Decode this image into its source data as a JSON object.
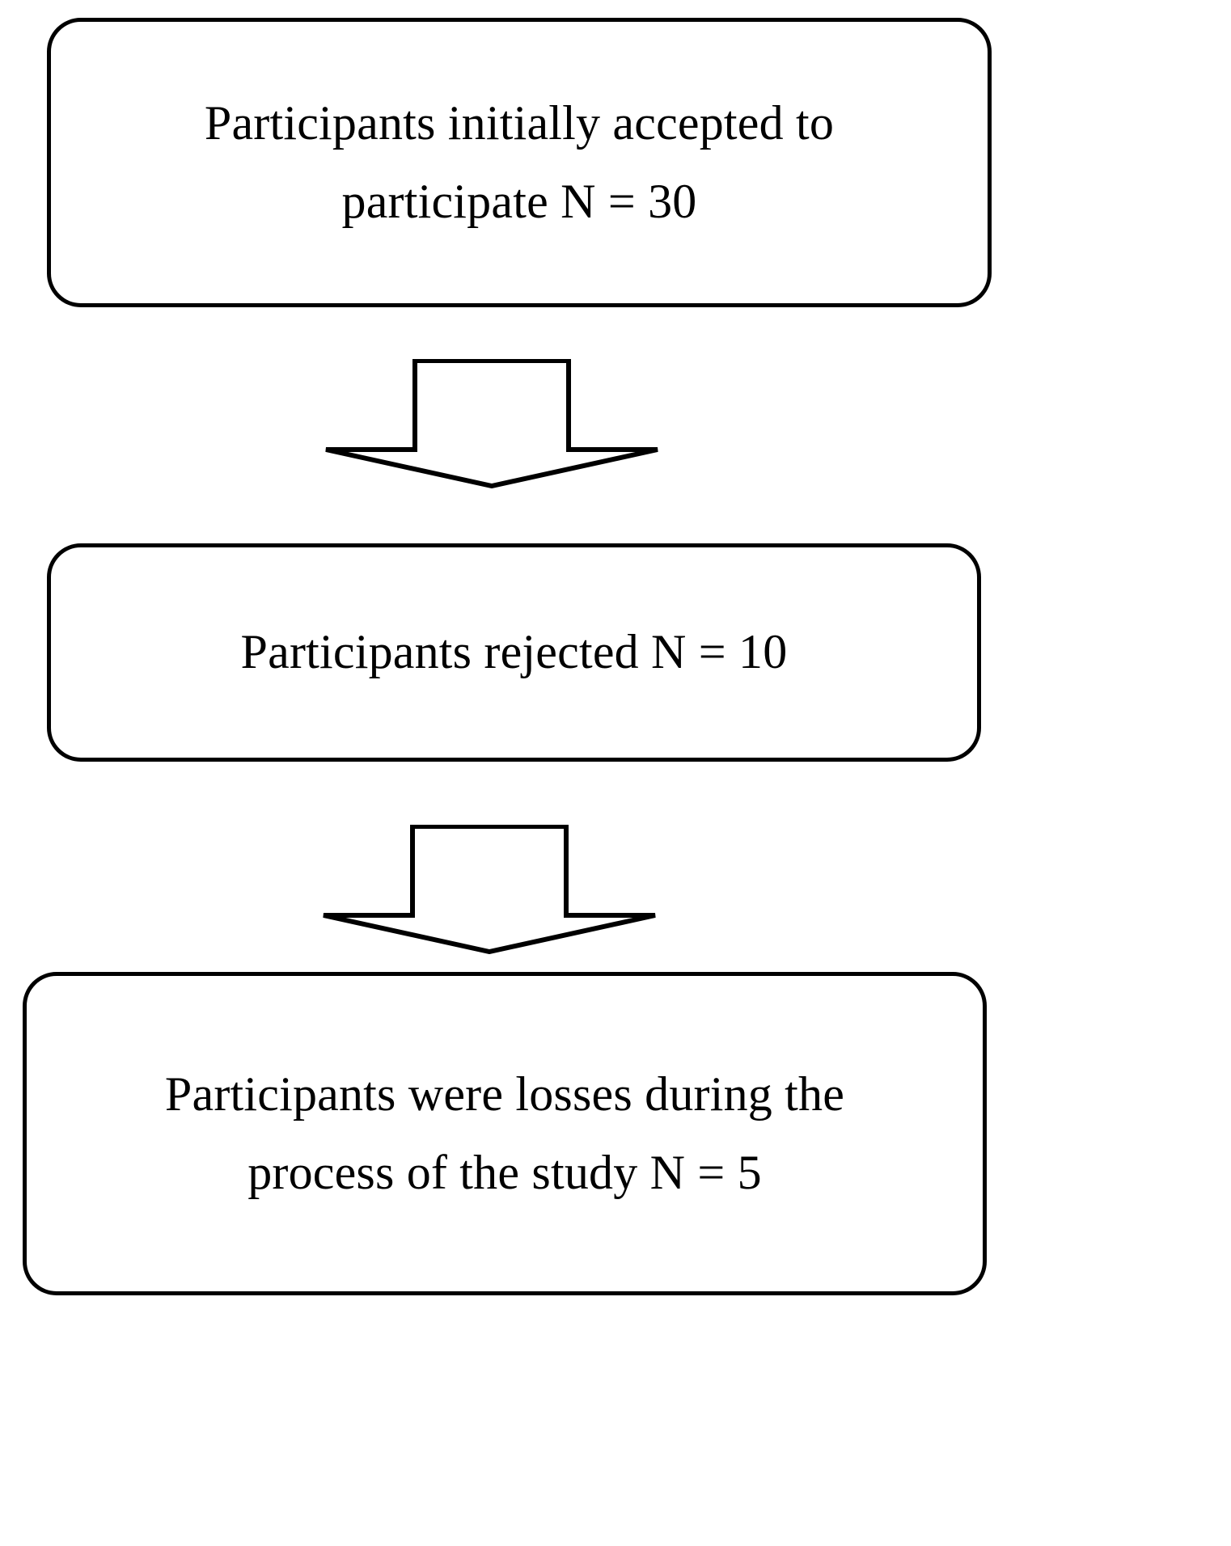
{
  "diagram": {
    "type": "flowchart",
    "orientation": "vertical",
    "background_color": "#ffffff",
    "stroke_color": "#000000",
    "nodes": [
      {
        "id": "accepted",
        "shape": "rounded-rectangle",
        "lines": [
          "Participants initially accepted to",
          "participate N = 30"
        ]
      },
      {
        "id": "rejected",
        "shape": "rounded-rectangle",
        "lines": [
          "Participants rejected N = 10"
        ]
      },
      {
        "id": "losses",
        "shape": "rounded-rectangle",
        "lines": [
          "Participants were losses during the",
          "process of the study N = 5"
        ]
      }
    ],
    "connectors": [
      {
        "id": "accepted-to-rejected",
        "kind": "block-arrow",
        "direction": "down"
      },
      {
        "id": "rejected-to-losses",
        "kind": "block-arrow",
        "direction": "down"
      }
    ]
  }
}
